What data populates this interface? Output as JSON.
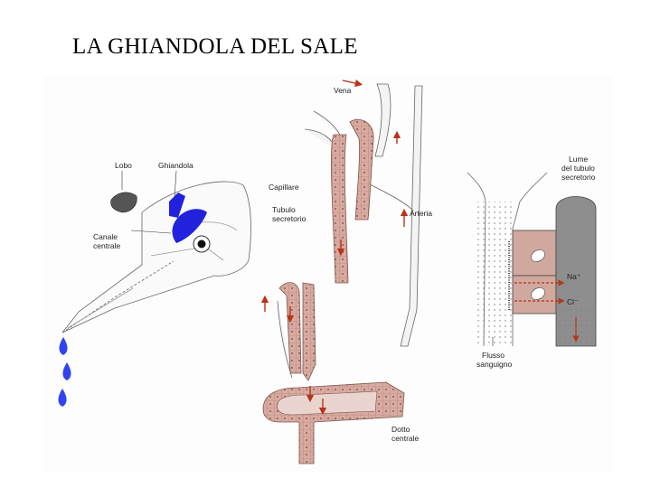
{
  "title": "LA GHIANDOLA DEL SALE",
  "labels": {
    "lobo": "Lobo",
    "ghiandola": "Ghiandola",
    "canale_1": "Canale",
    "canale_2": "centrale",
    "vena": "Vena",
    "capillare": "Capillare",
    "tubulo_1": "Tubulo",
    "tubulo_2": "secretorio",
    "arteria": "Arteria",
    "dotto_1": "Dotto",
    "dotto_2": "centrale",
    "lume_1": "Lume",
    "lume_2": "del tubulo",
    "lume_3": "secretorio",
    "na": "Na⁺",
    "cl": "Cl⁻",
    "flusso_1": "Flusso",
    "flusso_2": "sanguigno"
  },
  "colors": {
    "gland_blue": "#2222dd",
    "drop_blue": "#3344ee",
    "tubule_pink": "#d8aaa0",
    "tubule_cell": "#c4928a",
    "arrow_red": "#b83318",
    "lumen_gray": "#8e8e8e",
    "outline": "#555555"
  }
}
